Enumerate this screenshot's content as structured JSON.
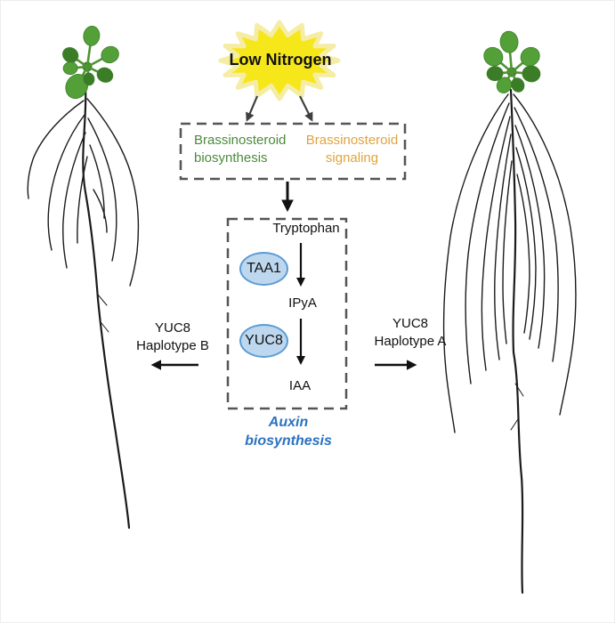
{
  "figure": {
    "stimulus": {
      "label": "Low Nitrogen"
    },
    "brassinosteroid_box": {
      "biosynthesis": {
        "line1": "Brassinosteroid",
        "line2": "biosynthesis"
      },
      "signaling": {
        "line1": "Brassinosteroid",
        "line2": "signaling"
      }
    },
    "auxin_pathway": {
      "substrate": "Tryptophan",
      "enzyme_1": "TAA1",
      "intermediate": "IPyA",
      "enzyme_2": "YUC8",
      "product": "IAA",
      "caption": {
        "line1": "Auxin",
        "line2": "biosynthesis"
      }
    },
    "left_outcome": {
      "line1": "YUC8",
      "line2": "Haplotype B"
    },
    "right_outcome": {
      "line1": "YUC8",
      "line2": "Haplotype A"
    },
    "plants": {
      "left": "arabidopsis-seedling-short-root",
      "right": "arabidopsis-seedling-long-root"
    }
  },
  "colors": {
    "starburst_fill": "#F6E71A",
    "starburst_stroke": "#F5EDA6",
    "biosynthesis_green": "#4C8A3C",
    "signaling_orange": "#E0A33C",
    "dash_gray": "#555555",
    "enzyme_fill": "#BDD7EE",
    "enzyme_stroke": "#5B9BD5",
    "auxin_blue": "#2B72C0",
    "arrow_black": "#111111",
    "arrow_gray": "#3F3F3F",
    "leaf_green": "#54A038",
    "leaf_green_dark": "#3B7D27",
    "petiole_green": "#4F9433",
    "root_black": "#1B1B1B"
  }
}
